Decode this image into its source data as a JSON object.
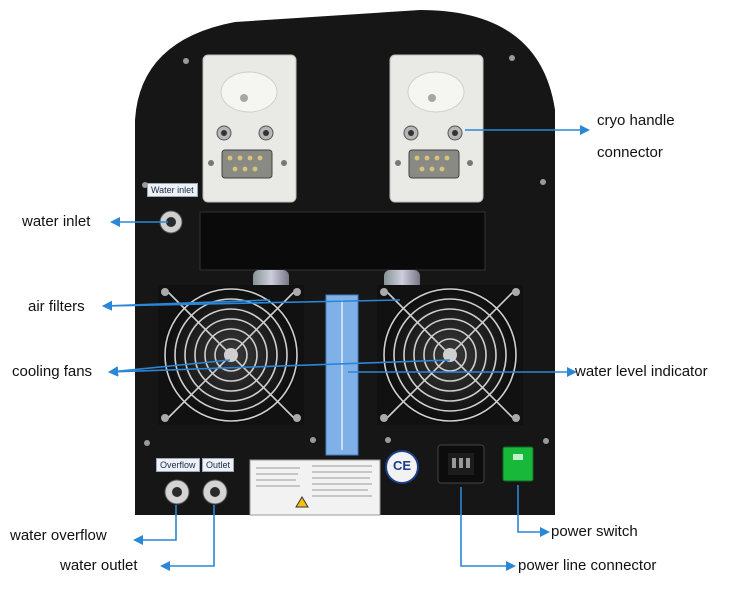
{
  "photo": {
    "subject": "cryolipolysis machine rear panel",
    "colors": {
      "chassis": "#161616",
      "connector_plate": "#e9e9e6",
      "arrow": "#2b86d6",
      "power_switch": "#18b83a",
      "level_tube": "#7fb0e8"
    }
  },
  "labels": {
    "cryo_handle_connector_line1": "cryo handle",
    "cryo_handle_connector_line2": "connector",
    "water_inlet": "water inlet",
    "air_filters": "air filters",
    "cooling_fans": "cooling fans",
    "water_level_indicator": "water level indicator",
    "water_overflow": "water overflow",
    "water_outlet": "water outlet",
    "power_switch": "power switch",
    "power_line_connector": "power line connector"
  },
  "panel_text": {
    "water_inlet_tag": "Water inlet",
    "overflow_tag": "Overflow",
    "outlet_tag": "Outlet",
    "ce_mark": "CE"
  }
}
